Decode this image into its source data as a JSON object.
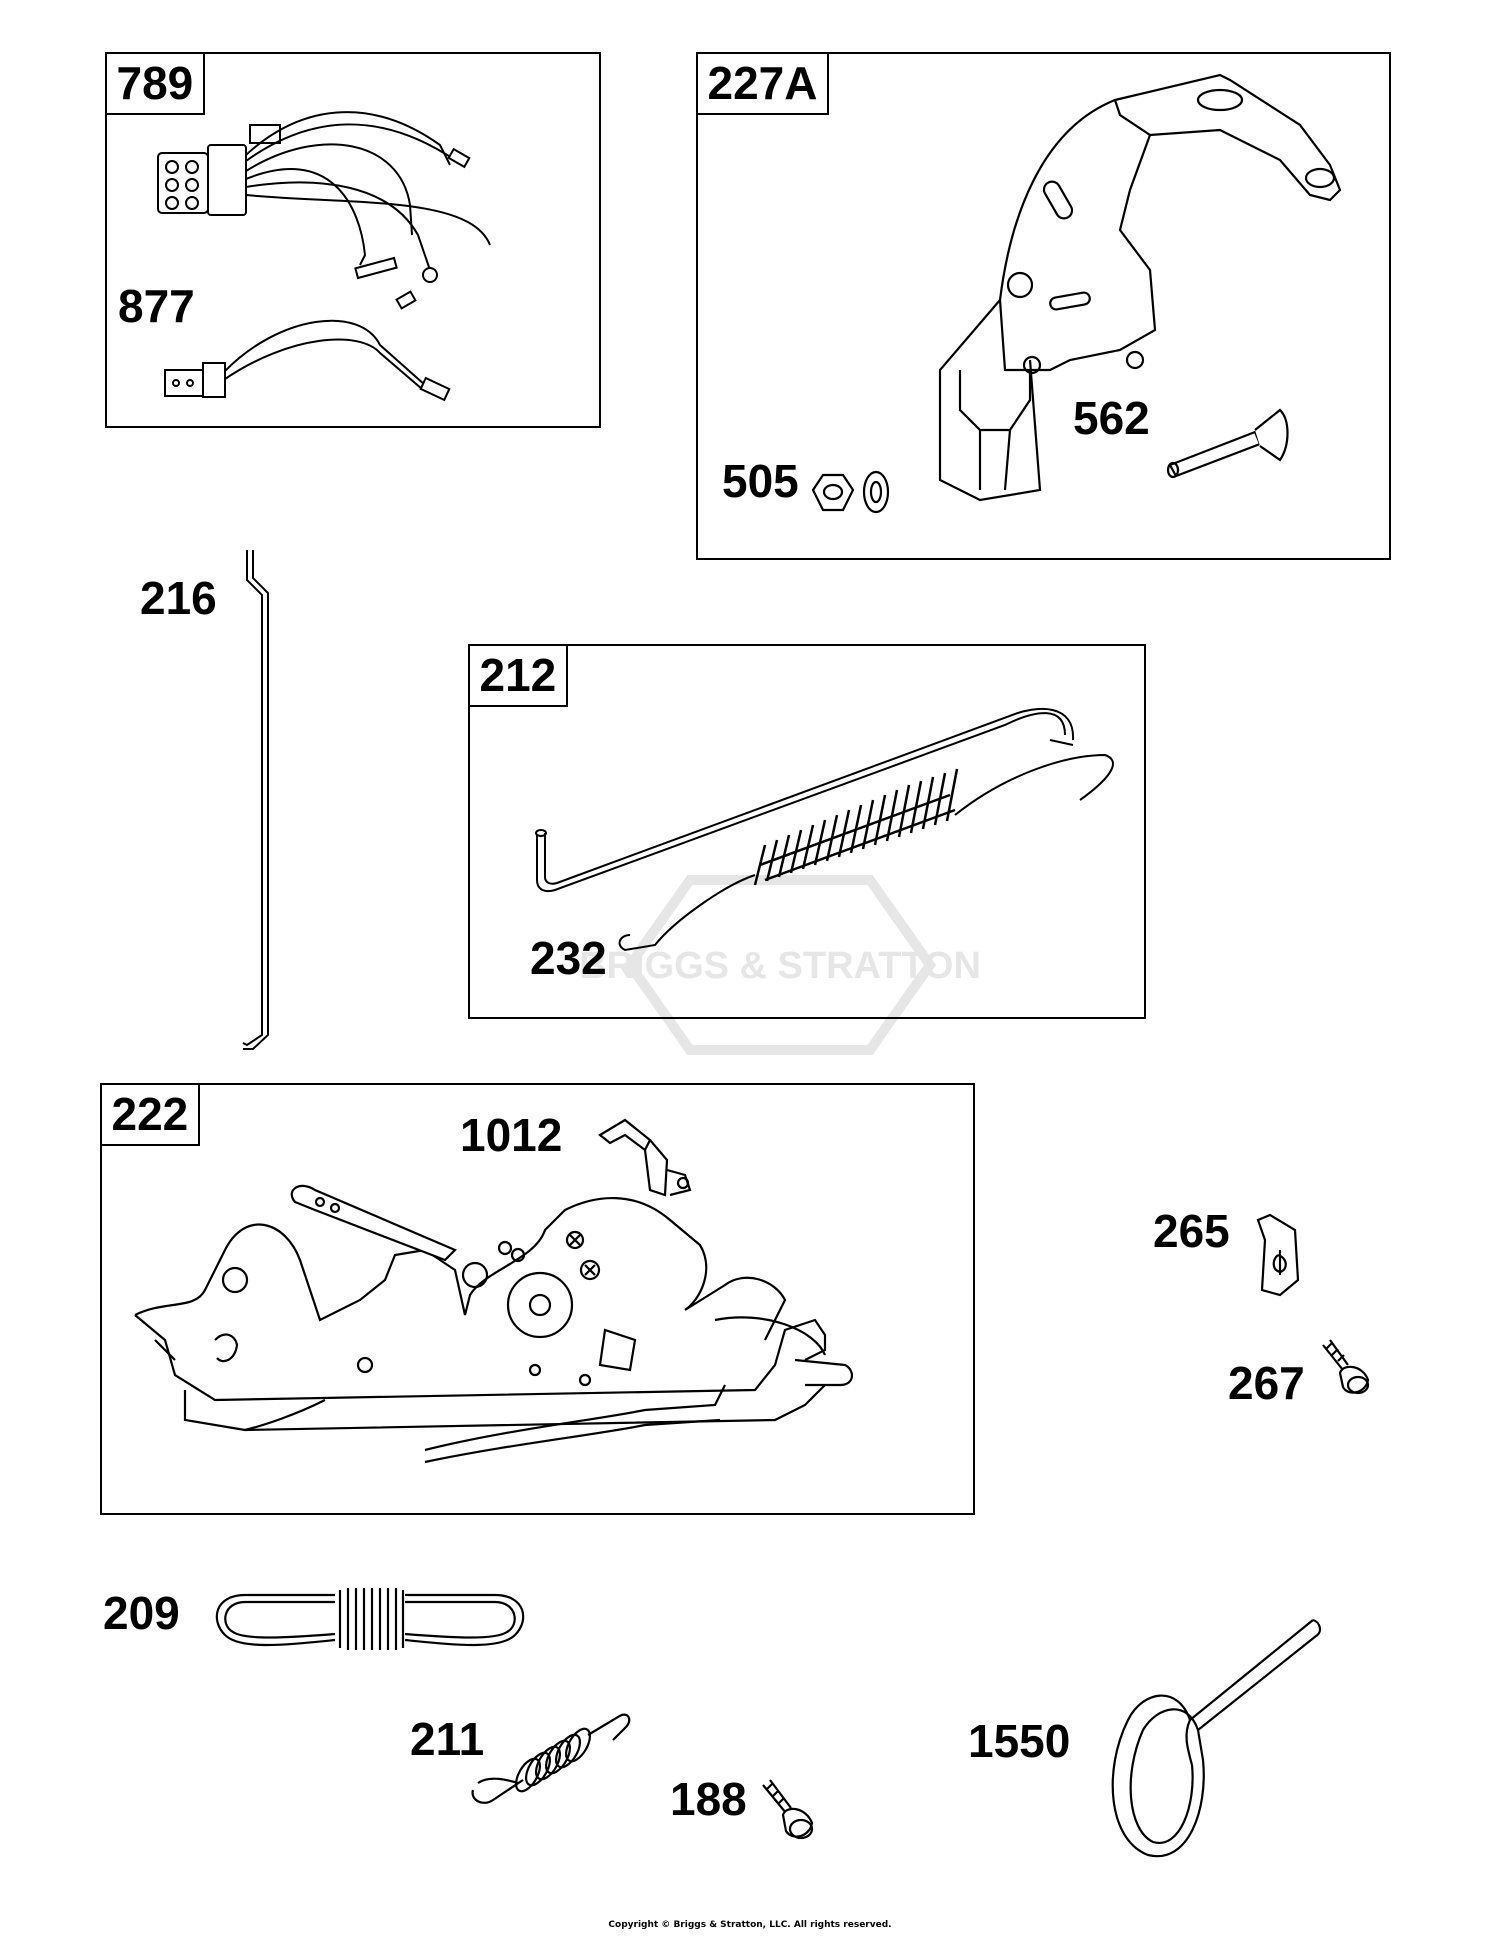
{
  "diagram": {
    "boxes": [
      {
        "id": "box-789",
        "tag": "789"
      },
      {
        "id": "box-227a",
        "tag": "227A"
      },
      {
        "id": "box-212",
        "tag": "212"
      },
      {
        "id": "box-222",
        "tag": "222"
      }
    ],
    "labels": {
      "l877": "877",
      "l505": "505",
      "l562": "562",
      "l216": "216",
      "l232": "232",
      "l1012": "1012",
      "l265": "265",
      "l267": "267",
      "l209": "209",
      "l211": "211",
      "l188": "188",
      "l1550": "1550"
    },
    "watermark_text": "BRIGGS & STRATTON",
    "copyright": "Copyright © Briggs & Stratton, LLC. All rights reserved."
  },
  "colors": {
    "ink": "#000000",
    "paper": "#ffffff",
    "watermark": "#e6e6e6"
  }
}
